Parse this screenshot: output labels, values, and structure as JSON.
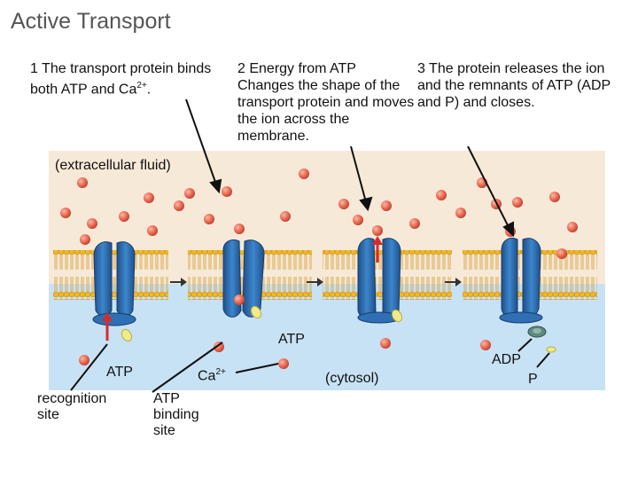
{
  "title": "Active Transport",
  "steps": [
    {
      "text": "1 The transport protein binds both ATP and Ca",
      "sup": "2+",
      "tail": "."
    },
    {
      "text": "2 Energy from ATP Changes the shape of the transport protein and moves the ion across the membrane."
    },
    {
      "text": "3 The protein releases the ion and the remnants of ATP (ADP and P) and closes."
    }
  ],
  "labels": {
    "extracellular": "(extracellular fluid)",
    "cytosol": "(cytosol)",
    "atp_left": "ATP",
    "ca": "Ca",
    "ca_sup": "2+",
    "atp_mid": "ATP",
    "adp": "ADP",
    "p": "P",
    "recognition_site": "recognition\nsite",
    "atp_binding_site": "ATP\nbinding\nsite"
  },
  "colors": {
    "extracellular": "#f7e9d8",
    "cytosol": "#c8e2f5",
    "protein": "#2f6fb3",
    "ion": "#e8664e",
    "atp": "#f1ea8a",
    "lipid_head": "#f0b728",
    "arrow_red": "#d92b2b"
  }
}
